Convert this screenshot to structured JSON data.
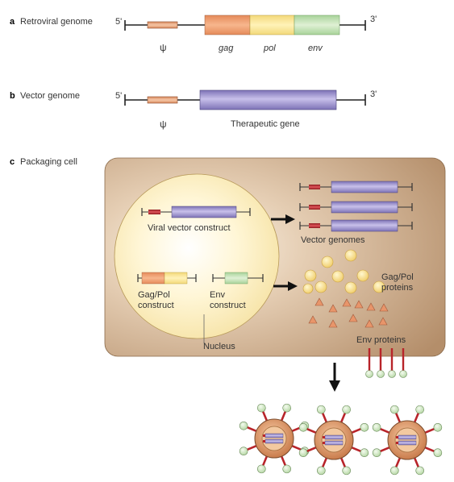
{
  "panel_a": {
    "letter": "a",
    "title": "Retroviral genome",
    "five_prime": "5'",
    "three_prime": "3'",
    "psi": "ψ",
    "gag": "gag",
    "pol": "pol",
    "env": "env"
  },
  "panel_b": {
    "letter": "b",
    "title": "Vector genome",
    "five_prime": "5'",
    "three_prime": "3'",
    "psi": "ψ",
    "gene": "Therapeutic gene"
  },
  "panel_c": {
    "letter": "c",
    "title": "Packaging cell",
    "viral_vector_construct": "Viral vector construct",
    "vector_genomes": "Vector genomes",
    "gagpol_line1": "Gag/Pol",
    "gagpol_line2": "construct",
    "env_line1": "Env",
    "env_line2": "construct",
    "gagpol_proteins_line1": "Gag/Pol",
    "gagpol_proteins_line2": "proteins",
    "env_proteins": "Env proteins",
    "nucleus": "Nucleus"
  },
  "colors": {
    "gag": "#f0a070",
    "pol": "#fae89a",
    "env": "#c6e4b6",
    "psi": "#e6a47c",
    "gene": "#9a90c8",
    "cell": "#c7a582",
    "nucleus": "#fdf3c6",
    "ltr_red": "#b8242a",
    "particle": "#e8a472",
    "spike_ball": "#cde4c2"
  }
}
